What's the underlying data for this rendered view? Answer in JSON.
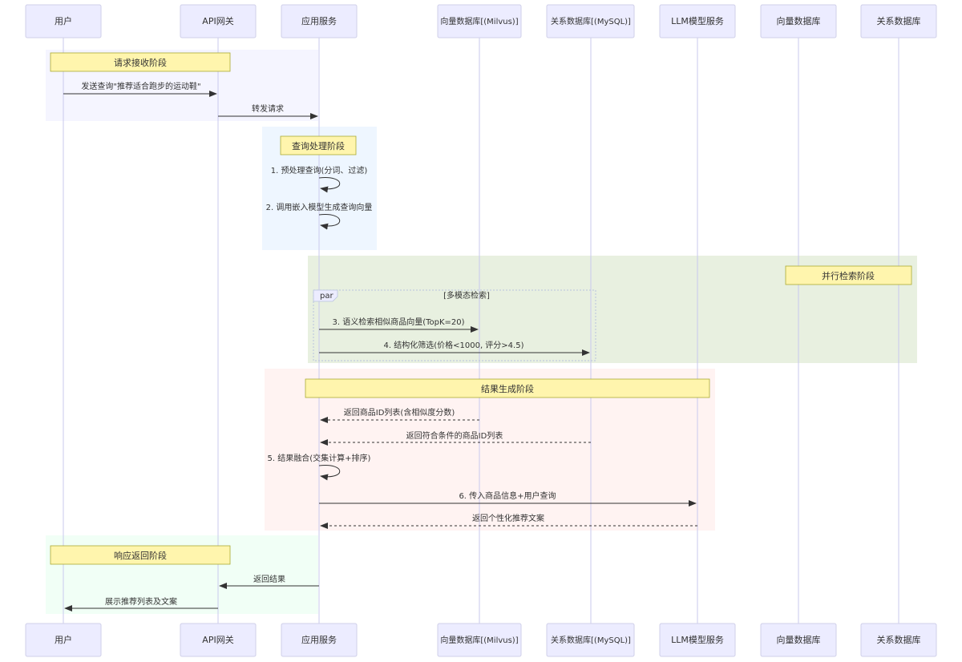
{
  "participants": [
    {
      "id": "user",
      "label": "用户"
    },
    {
      "id": "gw",
      "label": "API网关"
    },
    {
      "id": "app",
      "label": "应用服务"
    },
    {
      "id": "milvus",
      "label": "向量数据库[(Milvus)]"
    },
    {
      "id": "mysql",
      "label": "关系数据库[(MySQL)]"
    },
    {
      "id": "llm",
      "label": "LLM模型服务"
    },
    {
      "id": "vdb",
      "label": "向量数据库"
    },
    {
      "id": "rdb",
      "label": "关系数据库"
    }
  ],
  "phases": [
    {
      "id": "recv",
      "label": "请求接收阶段",
      "color": "#f5f5ff"
    },
    {
      "id": "proc",
      "label": "查询处理阶段",
      "color": "#eef6ff"
    },
    {
      "id": "search",
      "label": "并行检索阶段",
      "color": "#e8f0e0"
    },
    {
      "id": "gen",
      "label": "结果生成阶段",
      "color": "#fff3f2"
    },
    {
      "id": "resp",
      "label": "响应返回阶段",
      "color": "#f1fff6"
    }
  ],
  "par_block": {
    "keyword": "par",
    "label": "[多模态检索]"
  },
  "messages": [
    {
      "id": "m1",
      "from": "user",
      "to": "gw",
      "label": "发送查询\"推荐适合跑步的运动鞋\"",
      "style": "solid"
    },
    {
      "id": "m2",
      "from": "gw",
      "to": "app",
      "label": "转发请求",
      "style": "solid"
    },
    {
      "id": "m3",
      "from": "app",
      "to": "app",
      "label": "1. 预处理查询(分词、过滤)",
      "style": "self"
    },
    {
      "id": "m4",
      "from": "app",
      "to": "app",
      "label": "2. 调用嵌入模型生成查询向量",
      "style": "self"
    },
    {
      "id": "m5",
      "from": "app",
      "to": "milvus",
      "label": "3. 语义检索相似商品向量(TopK=20)",
      "style": "solid"
    },
    {
      "id": "m6",
      "from": "app",
      "to": "mysql",
      "label": "4. 结构化筛选(价格<1000, 评分>4.5)",
      "style": "solid"
    },
    {
      "id": "m7",
      "from": "milvus",
      "to": "app",
      "label": "返回商品ID列表(含相似度分数)",
      "style": "dashed"
    },
    {
      "id": "m8",
      "from": "mysql",
      "to": "app",
      "label": "返回符合条件的商品ID列表",
      "style": "dashed"
    },
    {
      "id": "m9",
      "from": "app",
      "to": "app",
      "label": "5. 结果融合(交集计算+排序)",
      "style": "self"
    },
    {
      "id": "m10",
      "from": "app",
      "to": "llm",
      "label": "6. 传入商品信息+用户查询",
      "style": "solid"
    },
    {
      "id": "m11",
      "from": "llm",
      "to": "app",
      "label": "返回个性化推荐文案",
      "style": "dashed"
    },
    {
      "id": "m12",
      "from": "app",
      "to": "gw",
      "label": "返回结果",
      "style": "solid"
    },
    {
      "id": "m13",
      "from": "gw",
      "to": "user",
      "label": "展示推荐列表及文案",
      "style": "solid"
    }
  ]
}
